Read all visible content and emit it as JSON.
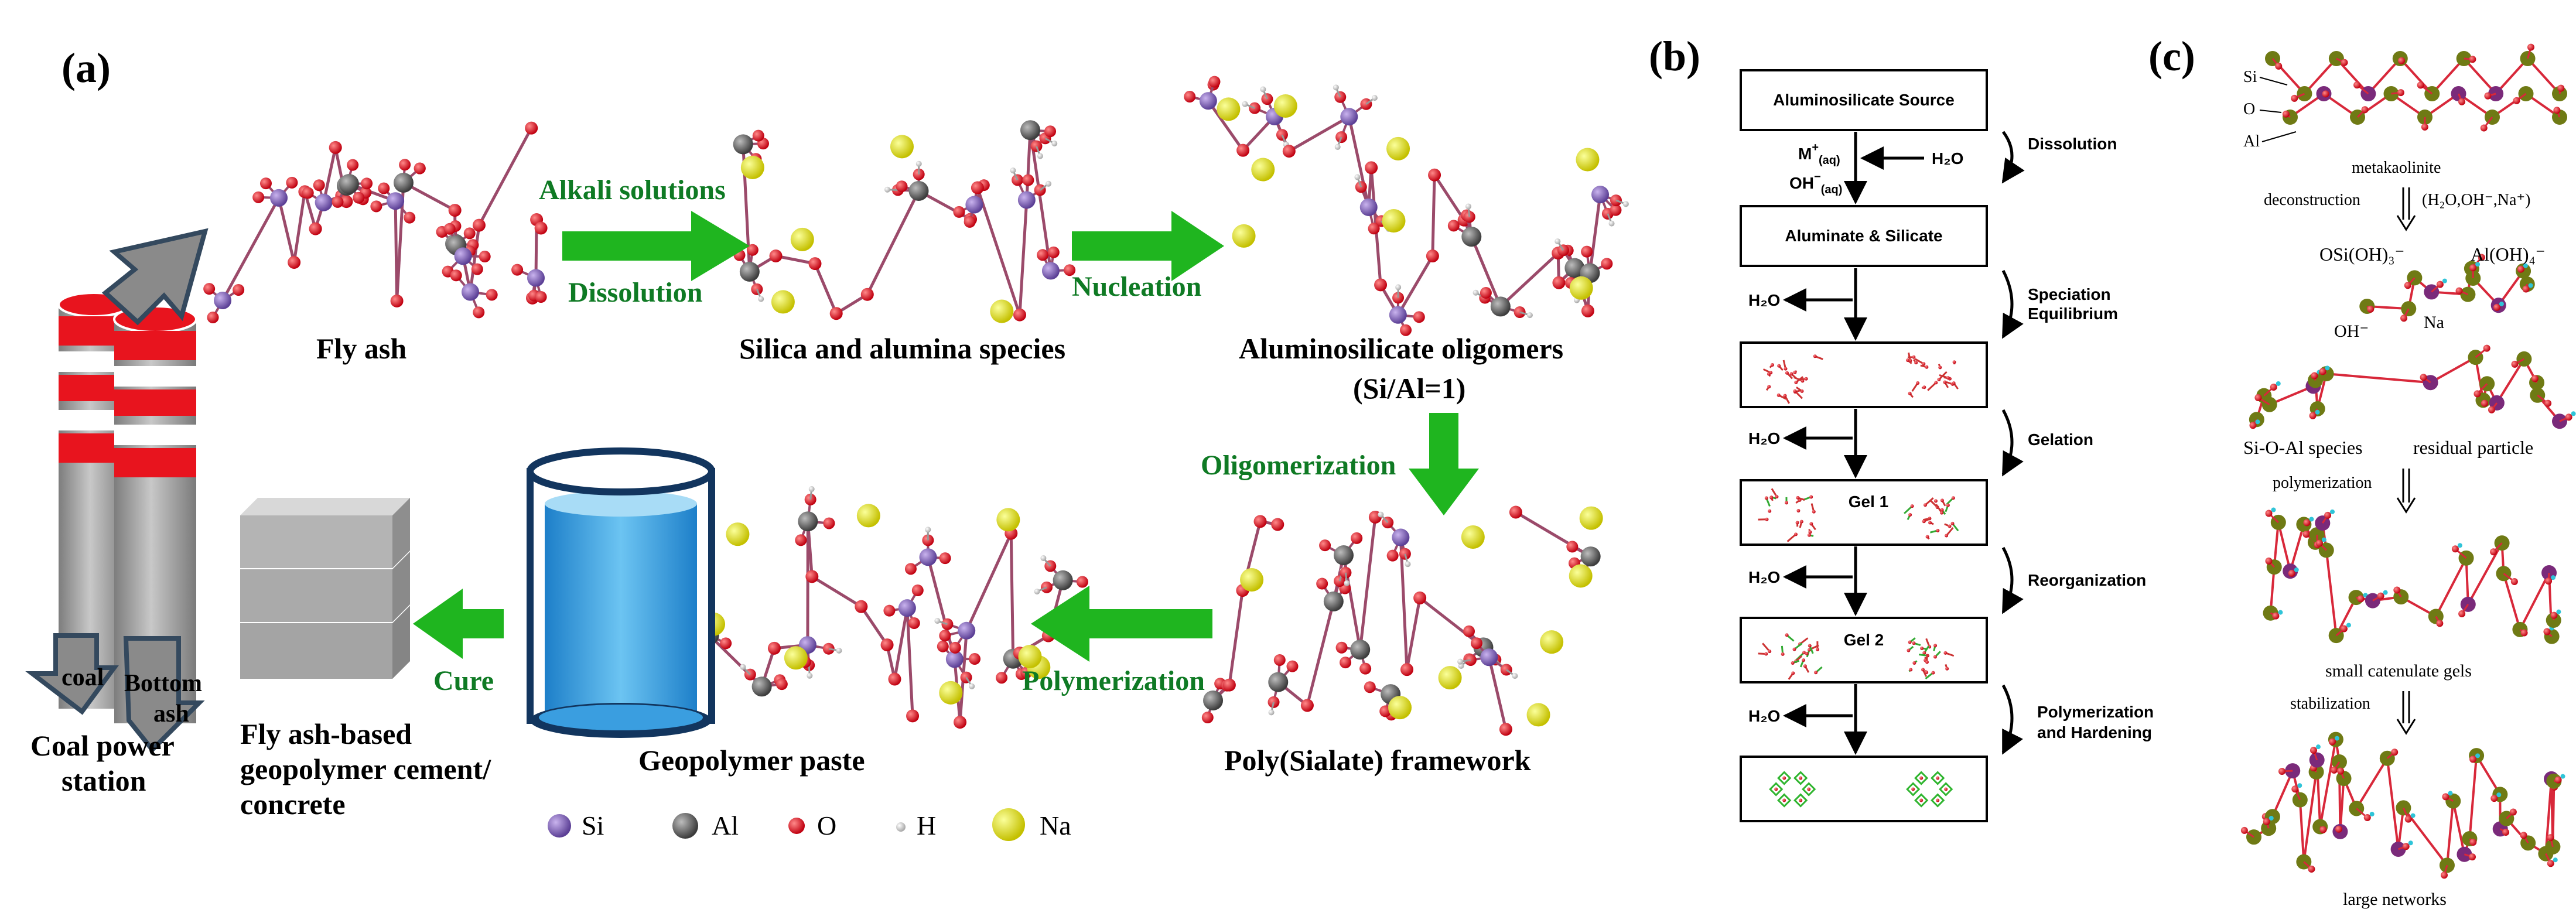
{
  "panel_a": {
    "label": "(a)",
    "stages": {
      "fly_ash": "Fly ash",
      "silica_alumina": "Silica and alumina species",
      "oligomers": "Aluminosilicate oligomers",
      "oligomers_ratio": "(Si/Al=1)",
      "framework": "Poly(Sialate) framework",
      "paste": "Geopolymer paste",
      "cement_line1": "Fly ash-based",
      "cement_line2": "geopolymer cement/",
      "cement_line3": "concrete"
    },
    "arrows": {
      "alkali": "Alkali solutions",
      "dissolution": "Dissolution",
      "nucleation": "Nucleation",
      "oligomerization": "Oligomerization",
      "polymerization": "Polymerization",
      "cure": "Cure"
    },
    "station": {
      "coal": "coal",
      "bottom_line1": "Bottom",
      "bottom_line2": "ash",
      "name_line1": "Coal power",
      "name_line2": "station"
    },
    "legend": [
      {
        "symbol": "Si",
        "color": "#7f5fb0"
      },
      {
        "symbol": "Al",
        "color": "#606060"
      },
      {
        "symbol": "O",
        "color": "#e0101e"
      },
      {
        "symbol": "H",
        "color": "#d8d8d8"
      },
      {
        "symbol": "Na",
        "color": "#e3e000"
      }
    ],
    "colors": {
      "arrow_green": "#1fb51f",
      "label_green": "#0f7a24",
      "stack_red": "#e8141e",
      "stack_grey": "#9a9a9a",
      "water_blue": "#3a9ee0"
    }
  },
  "panel_b": {
    "label": "(b)",
    "boxes": {
      "source": "Aluminosilicate Source",
      "aluminate": "Aluminate  & Silicate",
      "gel1": "Gel 1",
      "gel2": "Gel 2"
    },
    "inputs": {
      "m_main": "M",
      "m_sup": "+",
      "m_sub": "(aq)",
      "oh_main": "OH",
      "oh_sup": "−",
      "oh_sub": "(aq)",
      "water_in": "H₂O"
    },
    "water_out": "H₂O",
    "steps": {
      "dissolution": "Dissolution",
      "speciation_1": "Speciation",
      "speciation_2": "Equilibrium",
      "gelation": "Gelation",
      "reorganization": "Reorganization",
      "polymerization_1": "Polymerization",
      "polymerization_2": "and Hardening"
    }
  },
  "panel_c": {
    "label": "(c)",
    "atom_labels": {
      "si": "Si",
      "o": "O",
      "al": "Al"
    },
    "metakaolinite": "metakaolinite",
    "deconstruction": "deconstruction",
    "reagents": "(H₂O,OH⁻,Na⁺)",
    "species": {
      "osi": "OSi(OH)₃⁻",
      "aloh": "Al(OH)₄⁻",
      "oh": "OH⁻",
      "na": "Na"
    },
    "sioal": "Si-O-Al  species",
    "residual": "residual particle",
    "polymerization": "polymerization",
    "small_gels": "small catenulate gels",
    "stabilization": "stabilization",
    "large_networks": "large networks"
  }
}
